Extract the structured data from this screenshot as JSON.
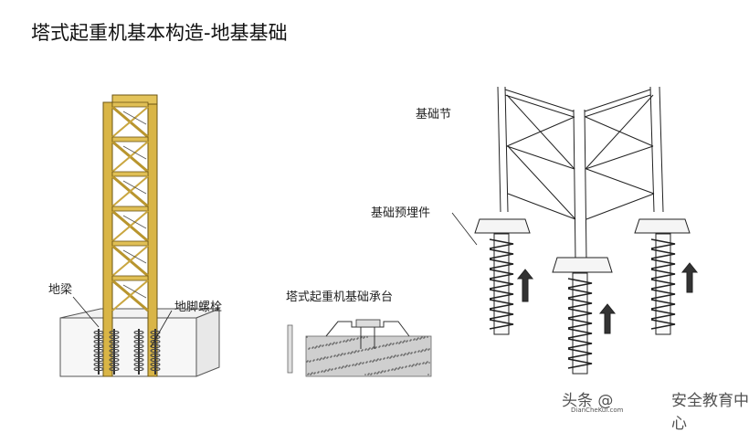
{
  "title": "塔式起重机基本构造-地基基础",
  "labels": {
    "ground_beam": "地梁",
    "anchor_bolt": "地脚螺栓",
    "foundation_cap": "塔式起重机基础承台",
    "foundation_section": "基础节",
    "embedded_part": "基础预埋件"
  },
  "watermark": {
    "part1": "头条 @",
    "part2": "安全教育中心",
    "small": "DianCheKui.com"
  },
  "colors": {
    "steel_yellow": "#d9b546",
    "steel_outline": "#6b5514",
    "line": "#222222",
    "concrete": "#bcbcbc"
  }
}
